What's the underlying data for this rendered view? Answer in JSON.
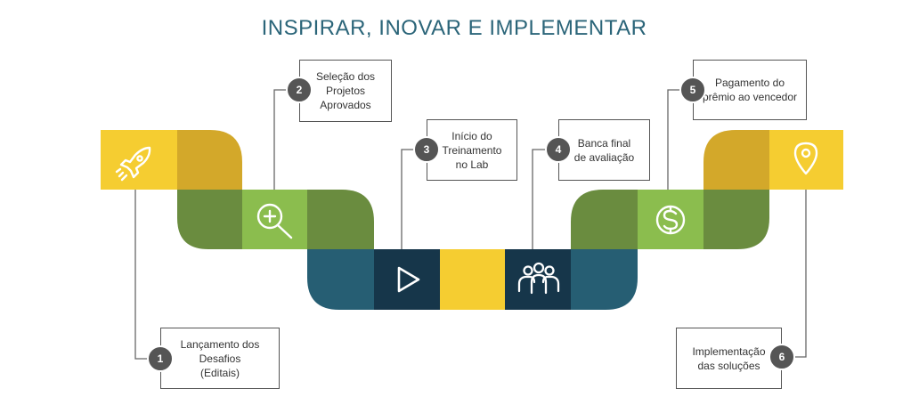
{
  "title": "INSPIRAR, INOVAR E IMPLEMENTAR",
  "colors": {
    "yellow": "#f5cd31",
    "mustard": "#d3a82a",
    "green_dark": "#6a8c3f",
    "green_light": "#8bbd4e",
    "teal": "#265e73",
    "navy": "#16364a",
    "connector": "#666666"
  },
  "steps": [
    {
      "number": "1",
      "label": "Lançamento dos\nDesafios\n(Editais)",
      "icon": "rocket-icon"
    },
    {
      "number": "2",
      "label": "Seleção dos\nProjetos\nAprovados",
      "icon": "magnifier-plus-icon"
    },
    {
      "number": "3",
      "label": "Início do\nTreinamento\nno Lab",
      "icon": "play-icon"
    },
    {
      "number": "4",
      "label": "Banca final\nde avaliação",
      "icon": "people-group-icon"
    },
    {
      "number": "5",
      "label": "Pagamento do\nprêmio ao vencedor",
      "icon": "dollar-coin-icon"
    },
    {
      "number": "6",
      "label": "Implementação\ndas soluções",
      "icon": "location-pin-icon"
    }
  ]
}
